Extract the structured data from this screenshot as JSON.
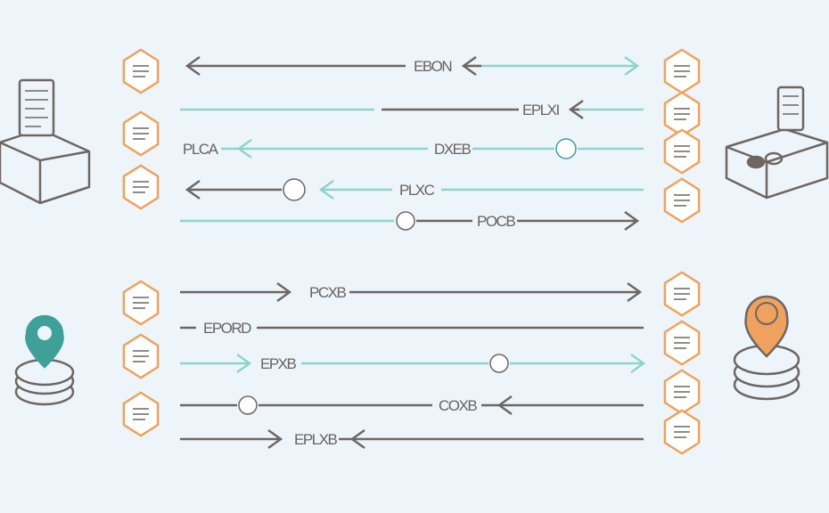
{
  "colors": {
    "gray": "#6f6662",
    "teal": "#8fd3cc",
    "orange": "#efa25e",
    "tealPin": "#3f9f99",
    "bg": "#edf5fb"
  },
  "labels": {
    "r1": "EBON",
    "r2": "EPLXI",
    "r3a": "PLCA",
    "r3b": "DXEB",
    "r4": "PLXC",
    "r5": "POCB",
    "r6": "PCXB",
    "r7": "EPORD",
    "r8": "EPXB",
    "r9": "COXB",
    "r10": "EPLXB"
  }
}
